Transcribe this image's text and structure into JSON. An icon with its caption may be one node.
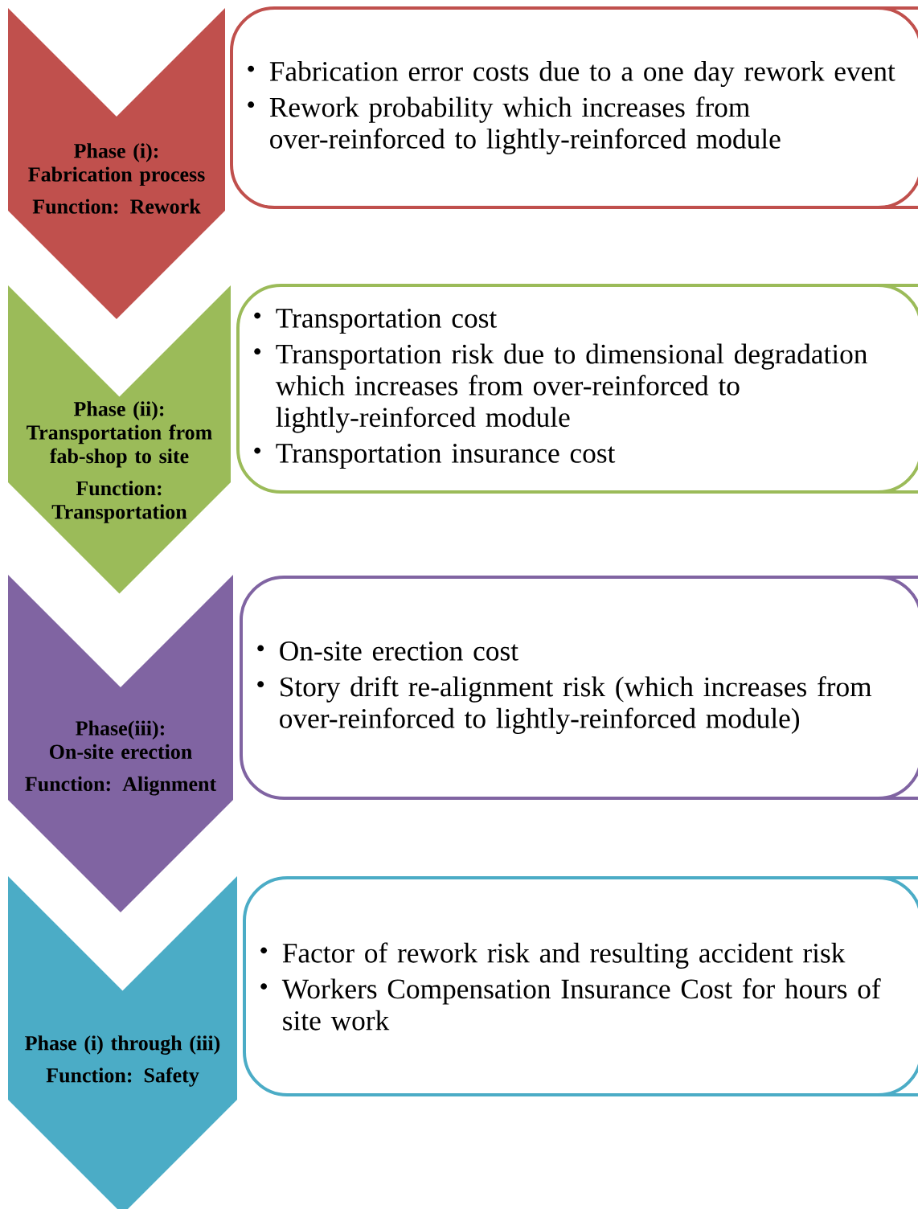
{
  "diagram": {
    "nodes": [
      {
        "text": [
          "Phase (i): Fabrication process",
          "Function: Rework"
        ]
      },
      {
        "text": [
          "Fabrication error costs due to a one day rework event",
          "Rework probability which increases from over-reinforced to lightly-reinforced module"
        ]
      },
      {
        "text": [
          "Phase (ii): Transportation from fab-shop to site",
          "Function: Transportation"
        ]
      },
      {
        "text": [
          "Transportation cost",
          "Transportation risk due to dimensional degradation which increases from over-reinforced to lightly-reinforced module",
          "Transportation insurance cost"
        ]
      },
      {
        "text": [
          "Phase(iii): On-site erection",
          "Function: Alignment"
        ]
      },
      {
        "text": [
          "On-site erection cost",
          "Story drift re-alignment risk (which increases from over-reinforced to lightly-reinforced module)"
        ]
      },
      {
        "text": [
          "Phase (i) through (iii)",
          "Function: Safety"
        ]
      },
      {
        "text": [
          "Factor of rework risk and resulting accident risk",
          "Workers Compensation Insurance Cost for hours of site work"
        ]
      }
    ]
  }
}
